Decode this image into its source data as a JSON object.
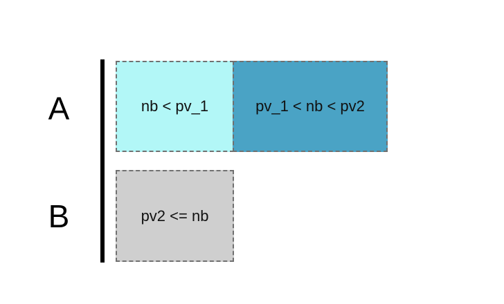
{
  "rows": [
    {
      "label": "A",
      "cells": [
        {
          "text": "nb < pv_1",
          "color": "#b2f7f7"
        },
        {
          "text": "pv_1 < nb < pv2",
          "color": "#4aa3c5"
        }
      ]
    },
    {
      "label": "B",
      "cells": [
        {
          "text": "pv2 <= nb",
          "color": "#cfcfcf"
        }
      ]
    }
  ],
  "border_color": "#707070",
  "axis_color": "#000000"
}
